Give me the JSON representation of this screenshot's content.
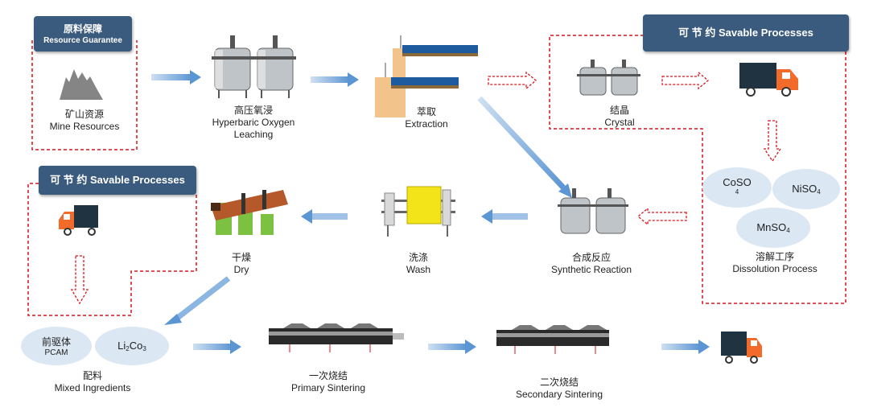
{
  "banners": {
    "raw": {
      "zh": "原料保障",
      "en": "Resource Guarantee"
    },
    "savable_right": "可 节 约 Savable Processes",
    "savable_left": "可 节 约 Savable Processes"
  },
  "nodes": {
    "mine": {
      "zh": "矿山资源",
      "en": "Mine Resources"
    },
    "leach": {
      "zh": "高压氧浸",
      "en1": "Hyperbaric Oxygen",
      "en2": "Leaching"
    },
    "extract": {
      "zh": "萃取",
      "en": "Extraction"
    },
    "crystal": {
      "zh": "结晶",
      "en": "Crystal"
    },
    "dissolve": {
      "zh": "溶解工序",
      "en": "Dissolution Process"
    },
    "synth": {
      "zh": "合成反应",
      "en": "Synthetic Reaction"
    },
    "wash": {
      "zh": "洗涤",
      "en": "Wash"
    },
    "dry": {
      "zh": "干燥",
      "en": "Dry"
    },
    "mixed": {
      "zh": "配料",
      "en": "Mixed Ingredients"
    },
    "primary": {
      "zh": "一次烧结",
      "en": "Primary Sintering"
    },
    "secondary": {
      "zh": "二次烧结",
      "en": "Secondary Sintering"
    }
  },
  "ellipses": {
    "coso": {
      "main": "CoSO",
      "sub": "4"
    },
    "niso": {
      "main": "NiSO",
      "sub": "4"
    },
    "mnso": {
      "main": "MnSO",
      "sub": "4"
    },
    "pcam": {
      "zh": "前驱体",
      "en": "PCAM"
    },
    "li2co3": {
      "a": "Li",
      "s1": "2",
      "b": "Co",
      "s2": "3"
    }
  },
  "colors": {
    "banner": "#3b5b7e",
    "dashed_border": "#d9141b",
    "arrow_blue": "#6fa3d8",
    "truck_body": "#1f3340",
    "truck_cab": "#f26b2a",
    "ellipse_fill": "#dbe7f3"
  }
}
